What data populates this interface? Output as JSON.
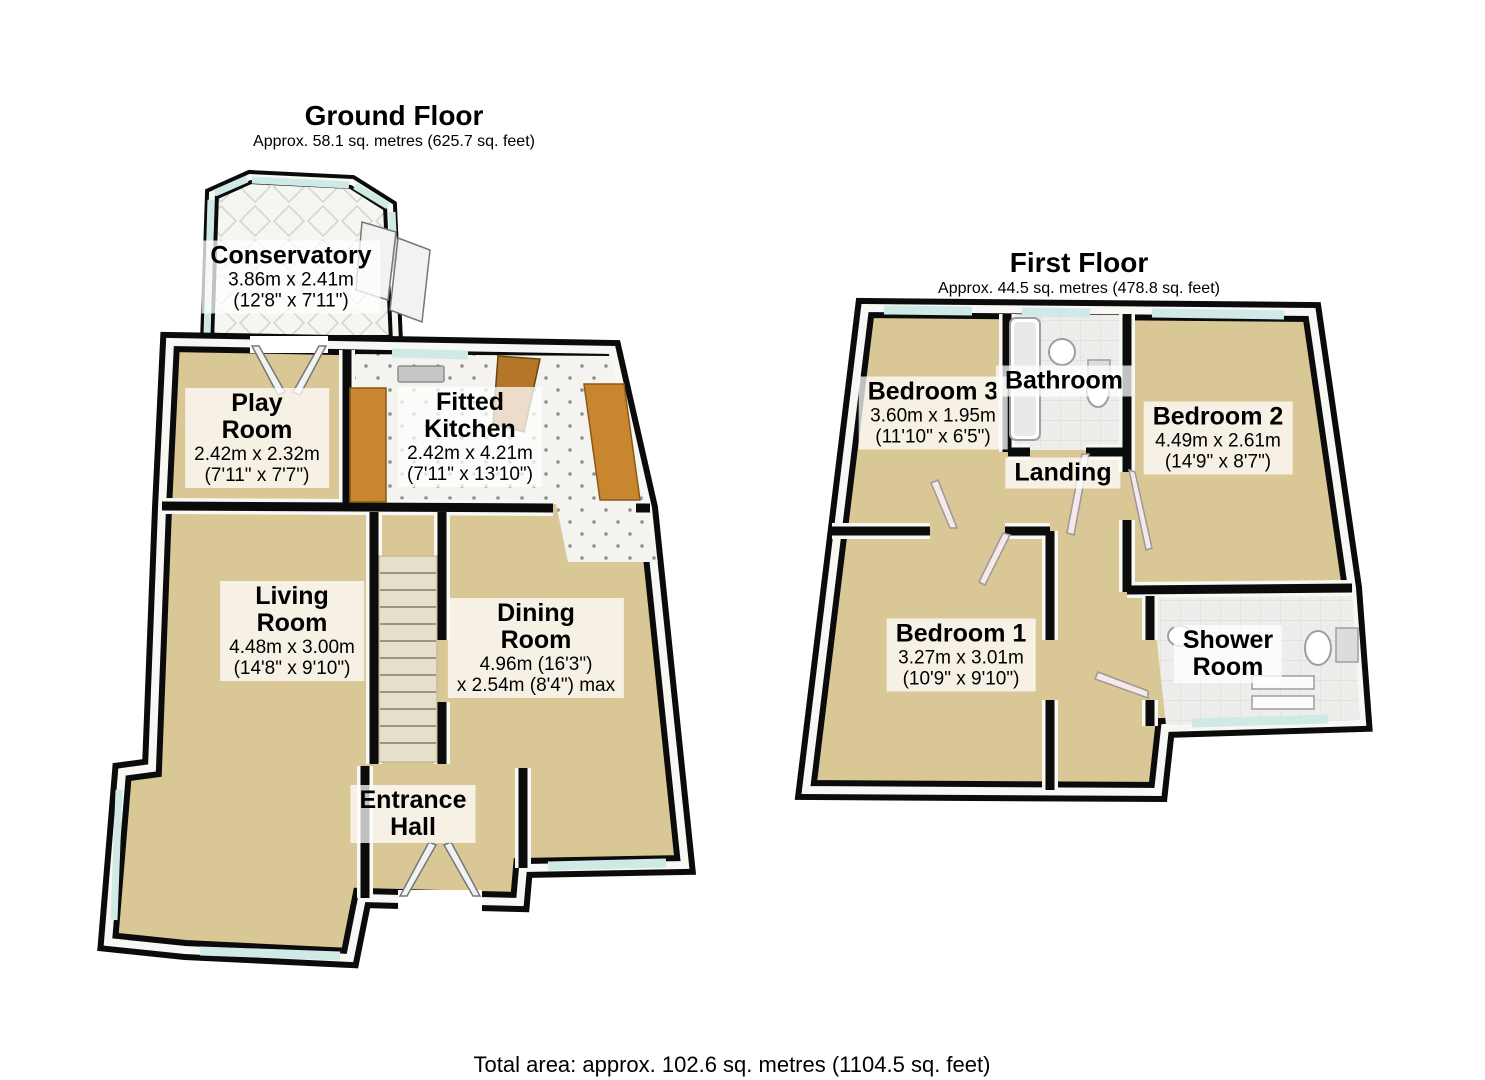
{
  "ground_floor": {
    "title": "Ground Floor",
    "subtitle": "Approx. 58.1 sq. metres (625.7 sq. feet)",
    "rooms": {
      "conservatory": {
        "name": [
          "Conservatory"
        ],
        "dims": [
          "3.86m x 2.41m",
          "(12'8\" x 7'11\")"
        ]
      },
      "play_room": {
        "name": [
          "Play",
          "Room"
        ],
        "dims": [
          "2.42m x 2.32m",
          "(7'11\" x 7'7\")"
        ]
      },
      "fitted_kitchen": {
        "name": [
          "Fitted",
          "Kitchen"
        ],
        "dims": [
          "2.42m x 4.21m",
          "(7'11\" x 13'10\")"
        ]
      },
      "living_room": {
        "name": [
          "Living",
          "Room"
        ],
        "dims": [
          "4.48m x 3.00m",
          "(14'8\" x 9'10\")"
        ]
      },
      "dining_room": {
        "name": [
          "Dining",
          "Room"
        ],
        "dims": [
          "4.96m (16'3\")",
          "x 2.54m (8'4\") max"
        ]
      },
      "entrance_hall": {
        "name": [
          "Entrance",
          "Hall"
        ],
        "dims": []
      }
    }
  },
  "first_floor": {
    "title": "First Floor",
    "subtitle": "Approx. 44.5 sq. metres (478.8 sq. feet)",
    "rooms": {
      "bedroom_3": {
        "name": [
          "Bedroom 3"
        ],
        "dims": [
          "3.60m x 1.95m",
          "(11'10\" x 6'5\")"
        ]
      },
      "bathroom": {
        "name": [
          "Bathroom"
        ],
        "dims": []
      },
      "bedroom_2": {
        "name": [
          "Bedroom 2"
        ],
        "dims": [
          "4.49m x 2.61m",
          "(14'9\" x 8'7\")"
        ]
      },
      "landing": {
        "name": [
          "Landing"
        ],
        "dims": []
      },
      "bedroom_1": {
        "name": [
          "Bedroom 1"
        ],
        "dims": [
          "3.27m x 3.01m",
          "(10'9\" x 9'10\")"
        ]
      },
      "shower_room": {
        "name": [
          "Shower",
          "Room"
        ],
        "dims": []
      }
    }
  },
  "footer": {
    "total_area": "Total area: approx. 102.6 sq. metres (1104.5 sq. feet)"
  },
  "colors": {
    "wall": "#0b0b0b",
    "floor_beige": "#d9c795",
    "tile_white": "#f4f3ef",
    "tile_gray": "#ededeb",
    "window_glass": "#cfe9e6",
    "wood_counter": "#c8862e",
    "label_background": "rgba(255,255,255,0.75)"
  }
}
